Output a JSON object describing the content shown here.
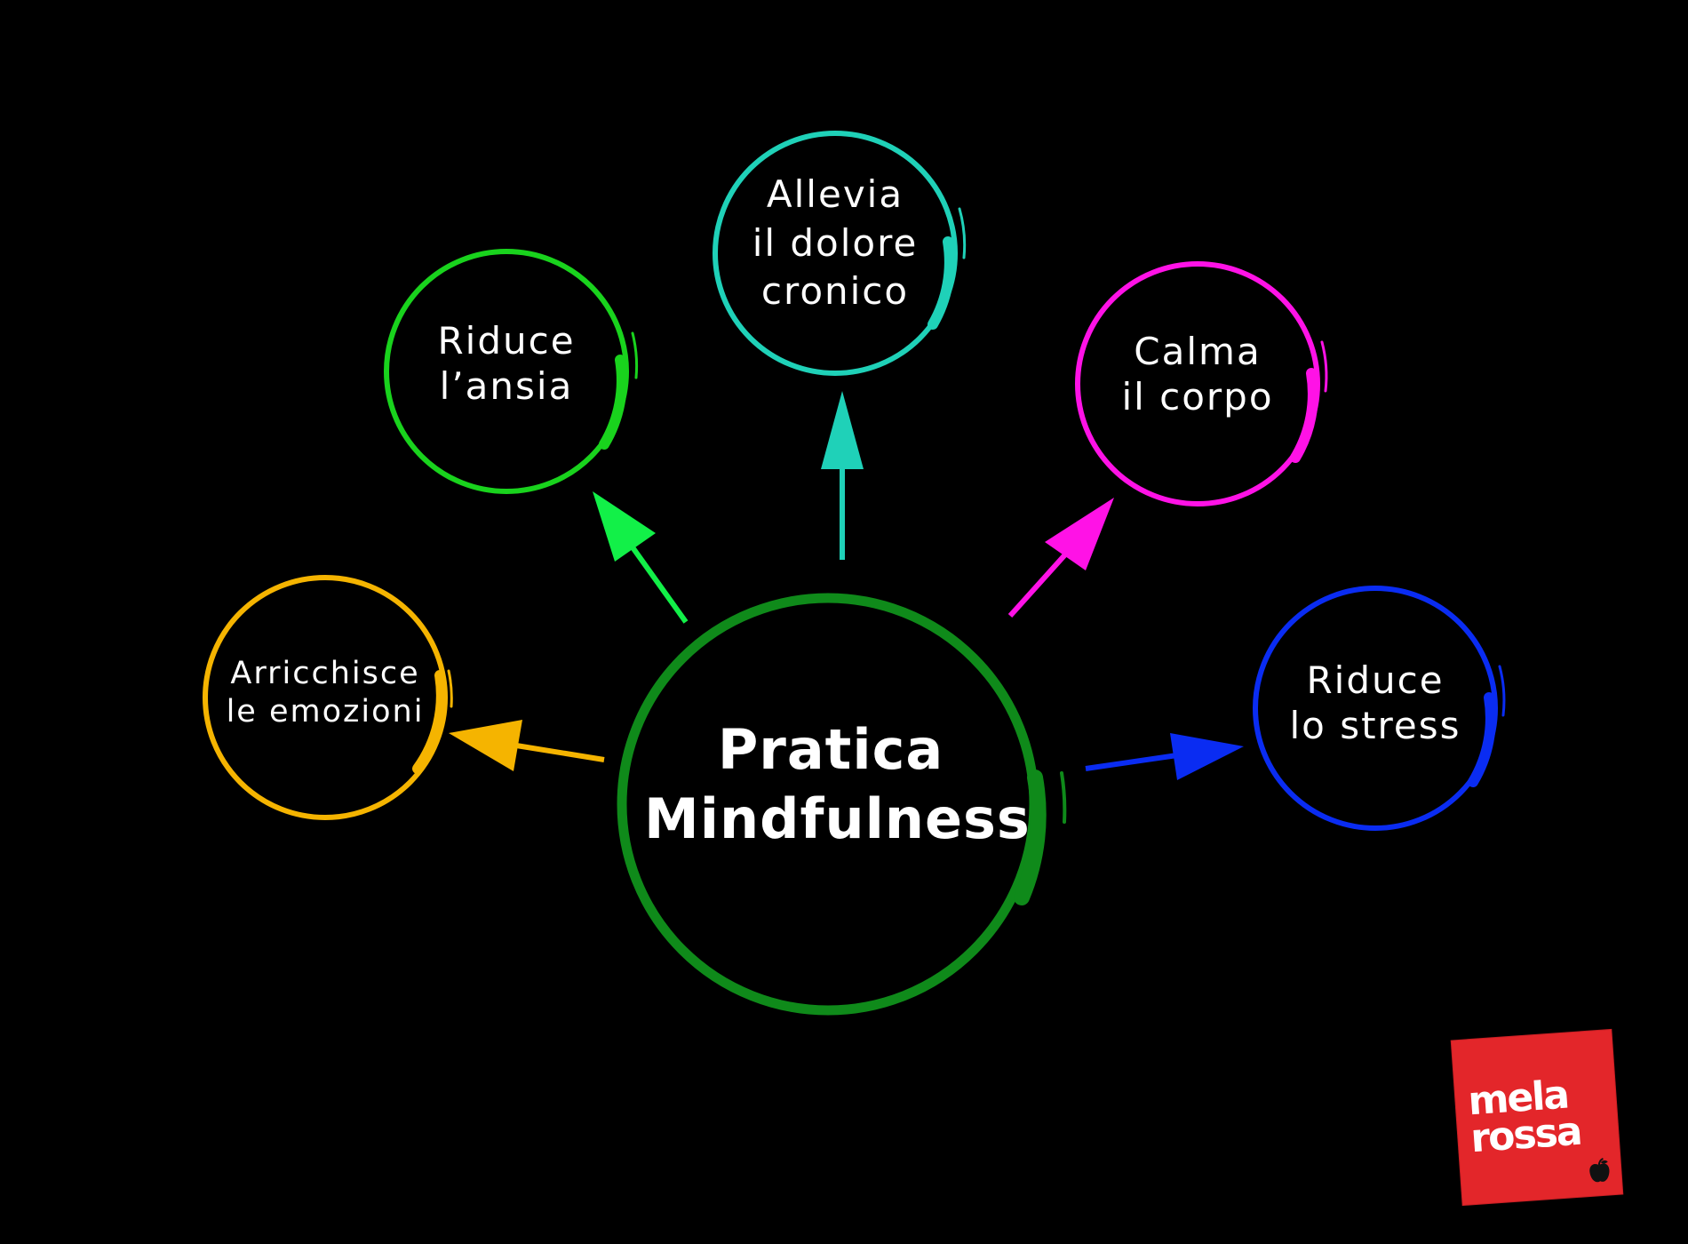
{
  "center": {
    "line1": "Pratica",
    "line2": "Mindfulness",
    "color": "#0f8a1a"
  },
  "nodes": [
    {
      "id": "arricchisce",
      "lines": [
        "Arricchisce",
        "le emozioni"
      ],
      "color": "#f5b400"
    },
    {
      "id": "riduce-ansia",
      "lines": [
        "Riduce",
        "l’ansia"
      ],
      "color": "#19d31d"
    },
    {
      "id": "allevia",
      "lines": [
        "Allevia",
        "il dolore",
        "cronico"
      ],
      "color": "#1fd1b8"
    },
    {
      "id": "calma",
      "lines": [
        "Calma",
        "il corpo"
      ],
      "color": "#ff12e6"
    },
    {
      "id": "riduce-stress",
      "lines": [
        "Riduce",
        "lo stress"
      ],
      "color": "#0a2cf2"
    }
  ],
  "arrow_colors": {
    "arricchisce": "#f5b400",
    "riduce-ansia": "#12f048",
    "allevia": "#1fd1b8",
    "calma": "#ff12e6",
    "riduce-stress": "#0a2cf2"
  },
  "logo": {
    "word1": "mela",
    "word2": "rossa",
    "background": "#e3262a",
    "icon": "apple-icon"
  }
}
